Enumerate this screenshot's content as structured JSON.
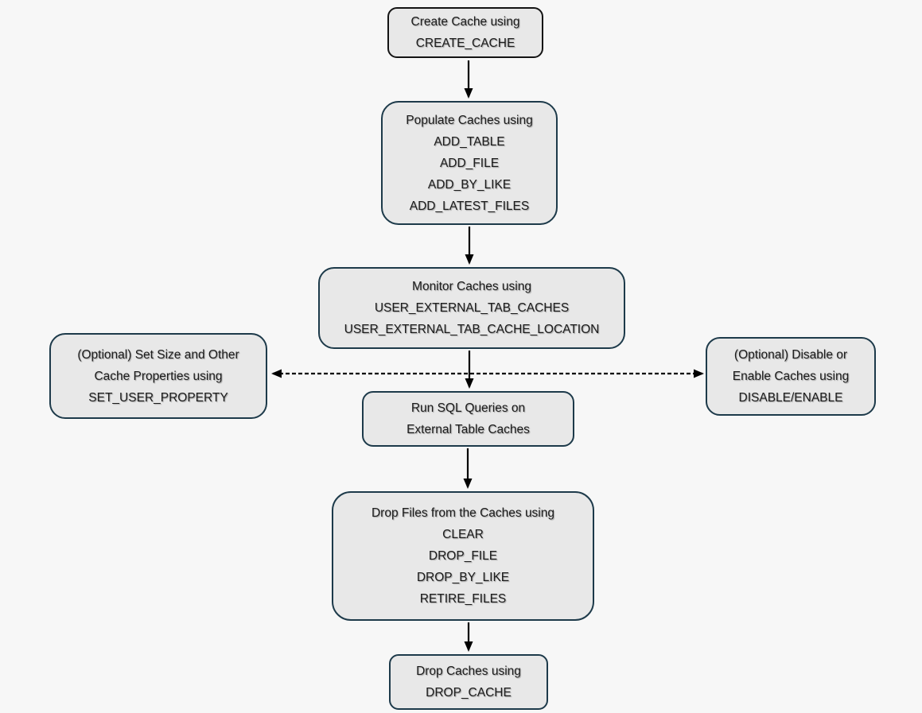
{
  "page": {
    "background_color": "#f7f7f7"
  },
  "diagram": {
    "type": "flowchart",
    "node_fill_color": "#e8e8e8",
    "node_border_color": "#1d3a4a",
    "first_node_border_color": "#141414",
    "connector_color": "#000000",
    "nodes": [
      {
        "id": "create-cache",
        "lines": [
          "Create Cache using",
          "CREATE_CACHE"
        ]
      },
      {
        "id": "populate-caches",
        "lines": [
          "Populate Caches using",
          "ADD_TABLE",
          "ADD_FILE",
          "ADD_BY_LIKE",
          "ADD_LATEST_FILES"
        ]
      },
      {
        "id": "monitor-caches",
        "lines": [
          "Monitor Caches using",
          "USER_EXTERNAL_TAB_CACHES",
          "USER_EXTERNAL_TAB_CACHE_LOCATION"
        ]
      },
      {
        "id": "set-properties",
        "lines": [
          "(Optional) Set Size and Other",
          "Cache Properties using",
          "SET_USER_PROPERTY"
        ]
      },
      {
        "id": "disable-enable",
        "lines": [
          "(Optional) Disable or",
          "Enable Caches using",
          "DISABLE/ENABLE"
        ]
      },
      {
        "id": "run-sql",
        "lines": [
          "Run SQL Queries on",
          "External Table Caches"
        ]
      },
      {
        "id": "drop-files",
        "lines": [
          "Drop Files from the Caches using",
          "CLEAR",
          "DROP_FILE",
          "DROP_BY_LIKE",
          "RETIRE_FILES"
        ]
      },
      {
        "id": "drop-cache",
        "lines": [
          "Drop Caches using",
          "DROP_CACHE"
        ]
      }
    ],
    "edges": [
      {
        "from": "create-cache",
        "to": "populate-caches",
        "style": "solid-arrow"
      },
      {
        "from": "populate-caches",
        "to": "monitor-caches",
        "style": "solid-arrow"
      },
      {
        "from": "monitor-caches",
        "to": "run-sql",
        "style": "solid-arrow"
      },
      {
        "from": "run-sql",
        "to": "drop-files",
        "style": "solid-arrow"
      },
      {
        "from": "drop-files",
        "to": "drop-cache",
        "style": "solid-arrow"
      },
      {
        "from": "set-properties",
        "to": "disable-enable",
        "style": "dashed-double-arrow"
      }
    ]
  }
}
